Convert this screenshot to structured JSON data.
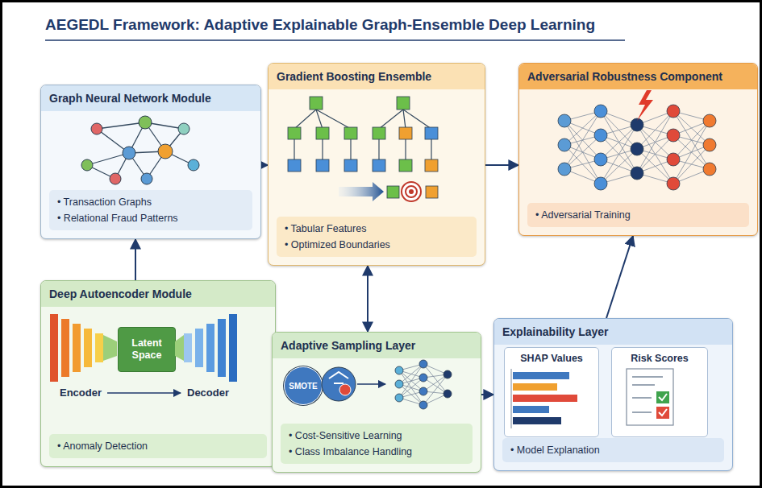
{
  "diagram": {
    "title": "AEGEDL Framework: Adaptive Explainable Graph-Ensemble Deep Learning",
    "nodes": [
      {
        "text": [
          "Graph Neural Network Module",
          "• Transaction Graphs",
          "• Relational Fraud Patterns"
        ]
      },
      {
        "text": [
          "Gradient Boosting Ensemble",
          "• Tabular Features",
          "• Optimized Boundaries"
        ]
      },
      {
        "text": [
          "Adversarial Robustness Component",
          "• Adversarial Training"
        ]
      },
      {
        "text": [
          "Deep Autoencoder Module",
          "• Anomaly Detection"
        ]
      },
      {
        "text": [
          "Latent Space"
        ],
        "in": 3
      },
      {
        "text": [
          "Adaptive Sampling Layer",
          "• Cost-Sensitive Learning",
          "• Class Imbalance Handling"
        ]
      },
      {
        "text": [
          "SMOTE"
        ],
        "in": 5
      },
      {
        "text": [
          "Explainability Layer",
          "• Model Explanation"
        ]
      },
      {
        "text": [
          "SHAP Values"
        ],
        "in": 7
      },
      {
        "text": [
          "Risk Scores"
        ],
        "in": 7
      }
    ],
    "edges": [
      {
        "from": 3,
        "to": 0,
        "arrow": "to"
      },
      {
        "from": 0,
        "to": 1,
        "arrow": "to"
      },
      {
        "from": 1,
        "to": 2,
        "arrow": "to"
      },
      {
        "from": 1,
        "to": 5,
        "arrow": "both"
      },
      {
        "from": 3,
        "to": 5,
        "arrow": "to"
      },
      {
        "from": 5,
        "to": 7,
        "arrow": "to"
      },
      {
        "from": 7,
        "to": 2,
        "arrow": "to"
      }
    ],
    "labels": [
      "Encoder",
      "Decoder"
    ]
  }
}
